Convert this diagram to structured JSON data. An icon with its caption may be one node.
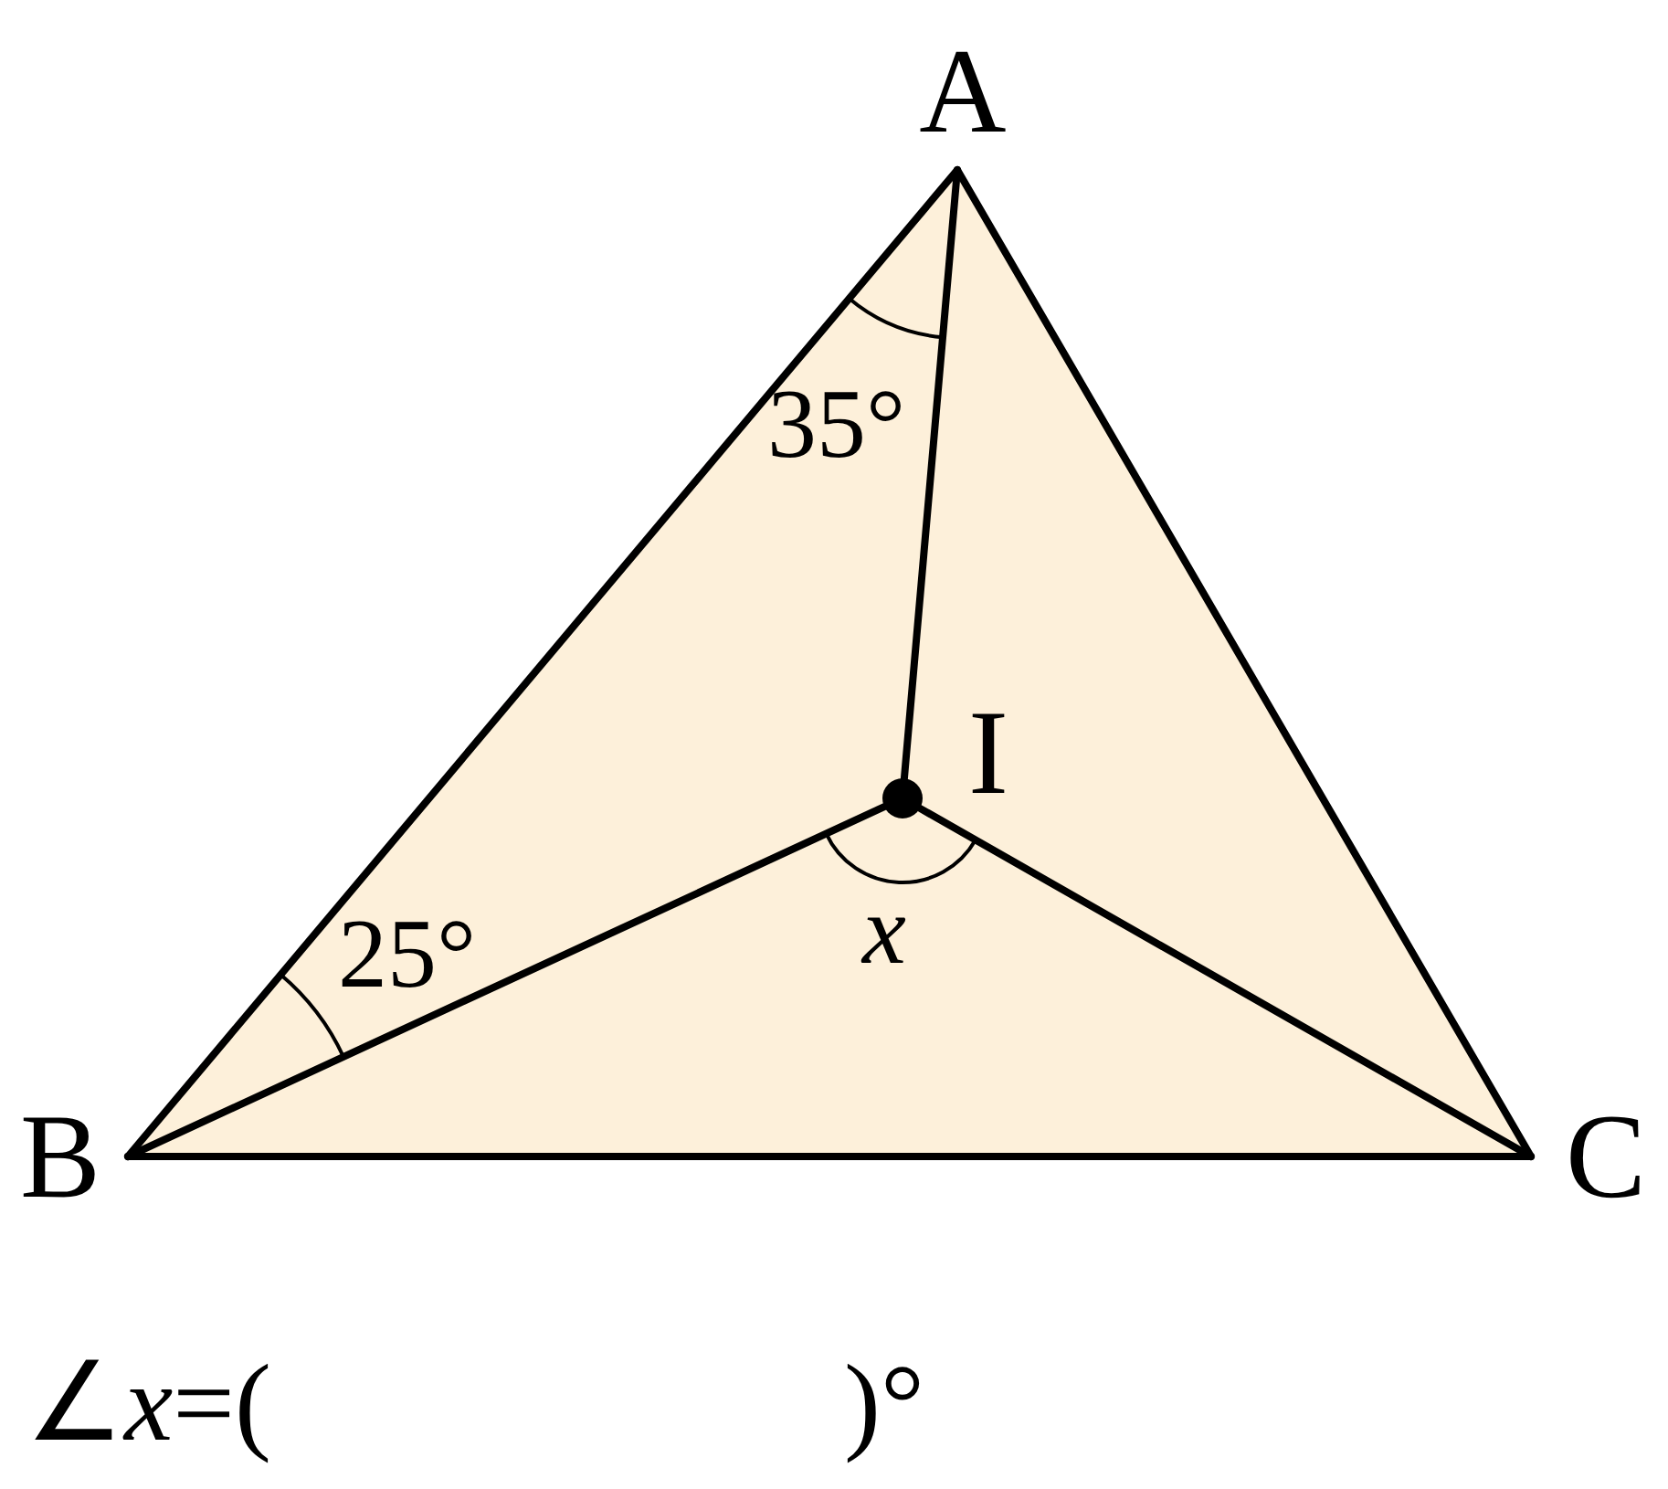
{
  "diagram": {
    "nodes": [
      {
        "text": [
          "A"
        ]
      },
      {
        "text": [
          "B"
        ]
      },
      {
        "text": [
          "C"
        ]
      },
      {
        "text": [
          "I"
        ]
      }
    ],
    "edges": [
      {
        "from": 0,
        "to": 1,
        "arrow": "none"
      },
      {
        "from": 1,
        "to": 2,
        "arrow": "none"
      },
      {
        "from": 2,
        "to": 0,
        "arrow": "none"
      },
      {
        "from": 0,
        "to": 3,
        "arrow": "none"
      },
      {
        "from": 1,
        "to": 3,
        "arrow": "none"
      },
      {
        "from": 2,
        "to": 3,
        "arrow": "none"
      }
    ],
    "labels": [
      "35°",
      "25°",
      "x",
      "∠*x*=(",
      ")°"
    ]
  }
}
